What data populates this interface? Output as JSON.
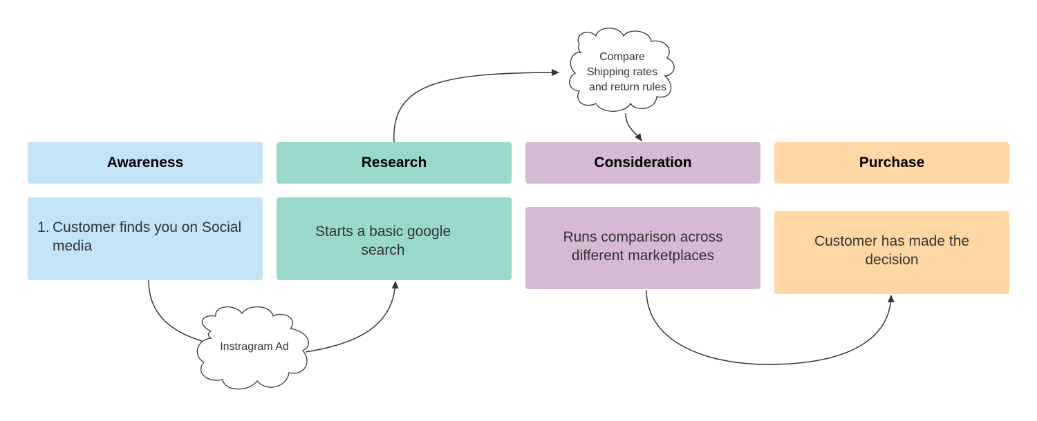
{
  "stages": {
    "awareness": {
      "title": "Awareness",
      "number": "1.",
      "description": "Customer finds you on Social media",
      "header_color": "#c2e4f6",
      "card_color": "#c2e4f6"
    },
    "research": {
      "title": "Research",
      "description": "Starts a basic google search",
      "header_color": "#9ad8cc",
      "card_color": "#9ad8cc"
    },
    "consideration": {
      "title": "Consideration",
      "description": "Runs comparison across different marketplaces",
      "header_color": "#d4bbd3",
      "card_color": "#d4bbd3"
    },
    "purchase": {
      "title": "Purchase",
      "description": "Customer has made the decision",
      "header_color": "#fed7a4",
      "card_color": "#fed7a4"
    }
  },
  "clouds": {
    "ad": {
      "label": "Instragram Ad"
    },
    "compare": {
      "line1": "Compare",
      "line2": "Shipping rates",
      "line3": "and return rules"
    }
  }
}
